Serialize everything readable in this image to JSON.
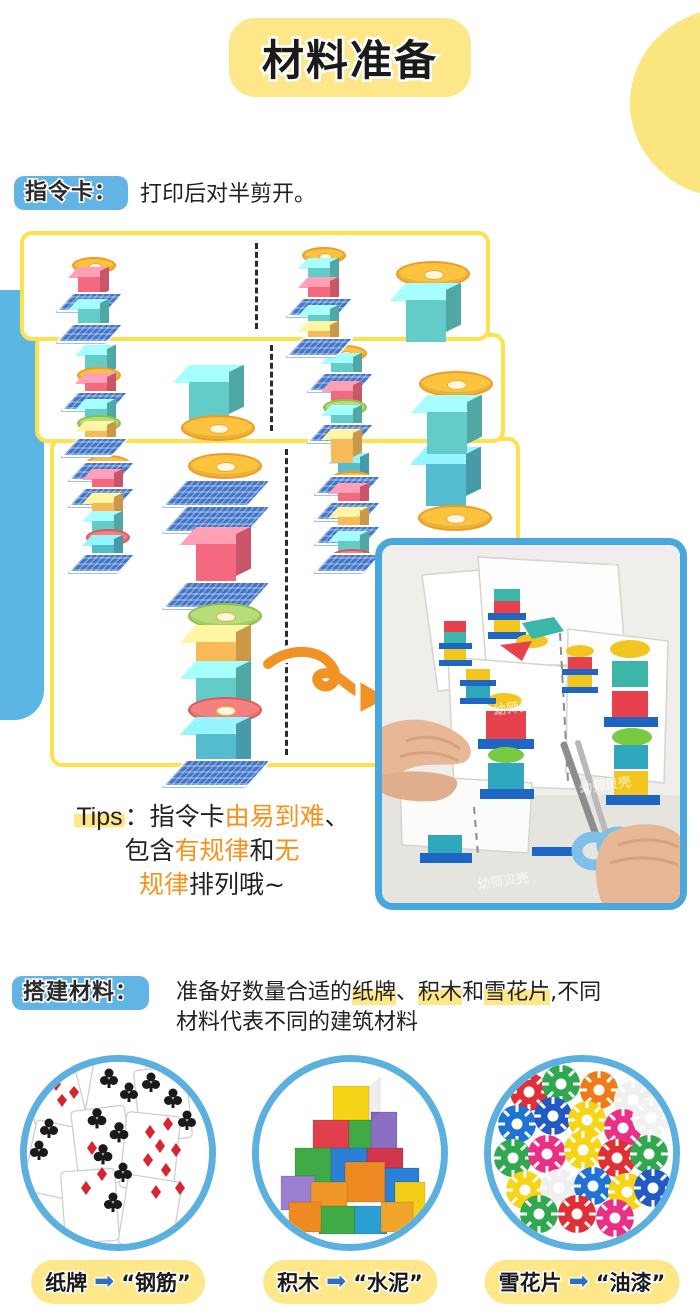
{
  "title": {
    "text": "材料准备"
  },
  "sections": [
    {
      "label": "指令卡：",
      "body": "打印后对半剪开。"
    },
    {
      "label": "搭建材料：",
      "body_line1_a": "准备好数量合适的",
      "body_hl1": "纸牌",
      "body_line1_b": "、",
      "body_hl2": "积木",
      "body_line1_c": "和",
      "body_hl3": "雪花片",
      "body_line1_d": ",不同",
      "body_line2": "材料代表不同的建筑材料"
    }
  ],
  "tips": {
    "key": "Tips",
    "colon": "：",
    "seg1": "指令卡",
    "seg2_orange": "由易到难",
    "seg3": "、",
    "seg4": "包含",
    "seg5_orange": "有规律",
    "seg6": "和",
    "seg7_orange": "无",
    "seg8_orange": "规律",
    "seg9": "排列哦~"
  },
  "instruction_cards": [
    {
      "name": "card-easy-1"
    },
    {
      "name": "card-easy-2"
    },
    {
      "name": "card-hard-3"
    }
  ],
  "photo": {
    "alt": "双手用剪刀沿虚线剪开打印好的指令卡"
  },
  "materials": [
    {
      "name": "playing-cards",
      "label": "纸牌",
      "arrow": "➡",
      "maps_to": "“钢筋”"
    },
    {
      "name": "building-blocks",
      "label": "积木",
      "arrow": "➡",
      "maps_to": "“水泥”"
    },
    {
      "name": "snowflake-pieces",
      "label": "雪花片",
      "arrow": "➡",
      "maps_to": "“油漆”"
    }
  ],
  "colors": {
    "title_badge": "#fde789",
    "section_badge": "#61b4e4",
    "card_border": "#ffe14d",
    "accent_orange": "#f6921e",
    "circle_ring": "#5bb0e0",
    "photo_frame": "#48a8de",
    "deco_blue": "#5bb6e3"
  }
}
